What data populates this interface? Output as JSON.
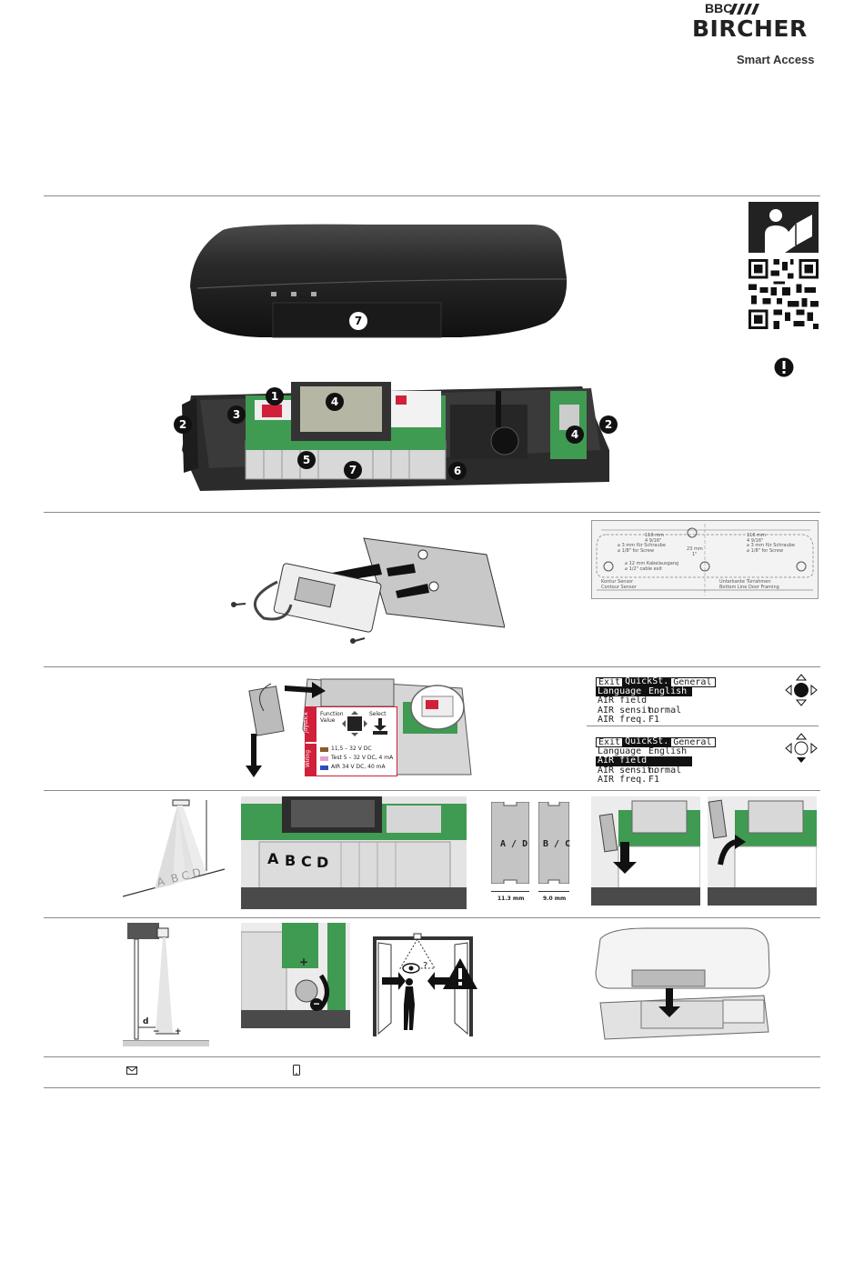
{
  "brand": {
    "top": "BBC",
    "name": "BIRCHER",
    "tagline": "Smart Access"
  },
  "callouts": {
    "housing_front": "7",
    "c1": "1",
    "c2_left": "2",
    "c2_right": "2",
    "c3": "3",
    "c4_main": "4",
    "c4_right": "4",
    "c5": "5",
    "c6": "6",
    "c7": "7"
  },
  "mounting_template": {
    "dim_left": "116 mm",
    "dim_left_in": "4 9/16\"",
    "dim_right": "116 mm",
    "dim_right_in": "4 9/16\"",
    "dim_mid": "23 mm",
    "dim_mid_in": "1\"",
    "hole_left": "⌀ 3 mm für Schraube",
    "hole_left_2": "⌀ 1/8\" for Screw",
    "hole_right": "⌀ 3 mm für Schraube",
    "hole_right_2": "⌀ 1/8\" for Screw",
    "cable_1": "⌀ 12 mm  Kabelausgang",
    "cable_2": "⌀ 1/2\"  cable exit",
    "contour_de": "Kontur Sensor",
    "contour_en": "Contour Sensor",
    "door_de": "Unterkante Türrahmen",
    "door_en": "Bottom Line Door Framing"
  },
  "joystick_card": {
    "side_top": "Joystick",
    "side_bottom": "Wiring",
    "function": "Function",
    "value": "Value",
    "select": "Select",
    "wire1": "11,5 – 32 V DC",
    "wire2": "Test 5 – 32 V DC, 4 mA",
    "wire3": "AIR 34 V DC, 40 mA"
  },
  "menu1": {
    "tabs": [
      "Exit",
      "QuickSt.",
      "General"
    ],
    "rows": [
      {
        "k": "Language",
        "v": "English"
      },
      {
        "k": "AIR field",
        "v": ""
      },
      {
        "k": "AIR sensit.",
        "v": "normal"
      },
      {
        "k": "AIR freq.",
        "v": "F1"
      }
    ]
  },
  "menu2": {
    "tabs": [
      "Exit",
      "QuickSt.",
      "General"
    ],
    "rows": [
      {
        "k": "Language",
        "v": "English"
      },
      {
        "k": "AIR field",
        "v": ""
      },
      {
        "k": "AIR sensit.",
        "v": "normal"
      },
      {
        "k": "AIR freq.",
        "v": "F1"
      }
    ]
  },
  "fields": {
    "A": "A",
    "B": "B",
    "C": "C",
    "D": "D",
    "mask1": "A / D",
    "mask2": "B / C",
    "mask1_w": "11.3 mm",
    "mask2_w": "9.0 mm"
  },
  "install": {
    "d": "d",
    "minus": "−",
    "plus": "+",
    "question": "?"
  },
  "colors": {
    "red": "#d0203a",
    "pcb_green": "#3f9a52",
    "dark": "#1e1e1e"
  }
}
